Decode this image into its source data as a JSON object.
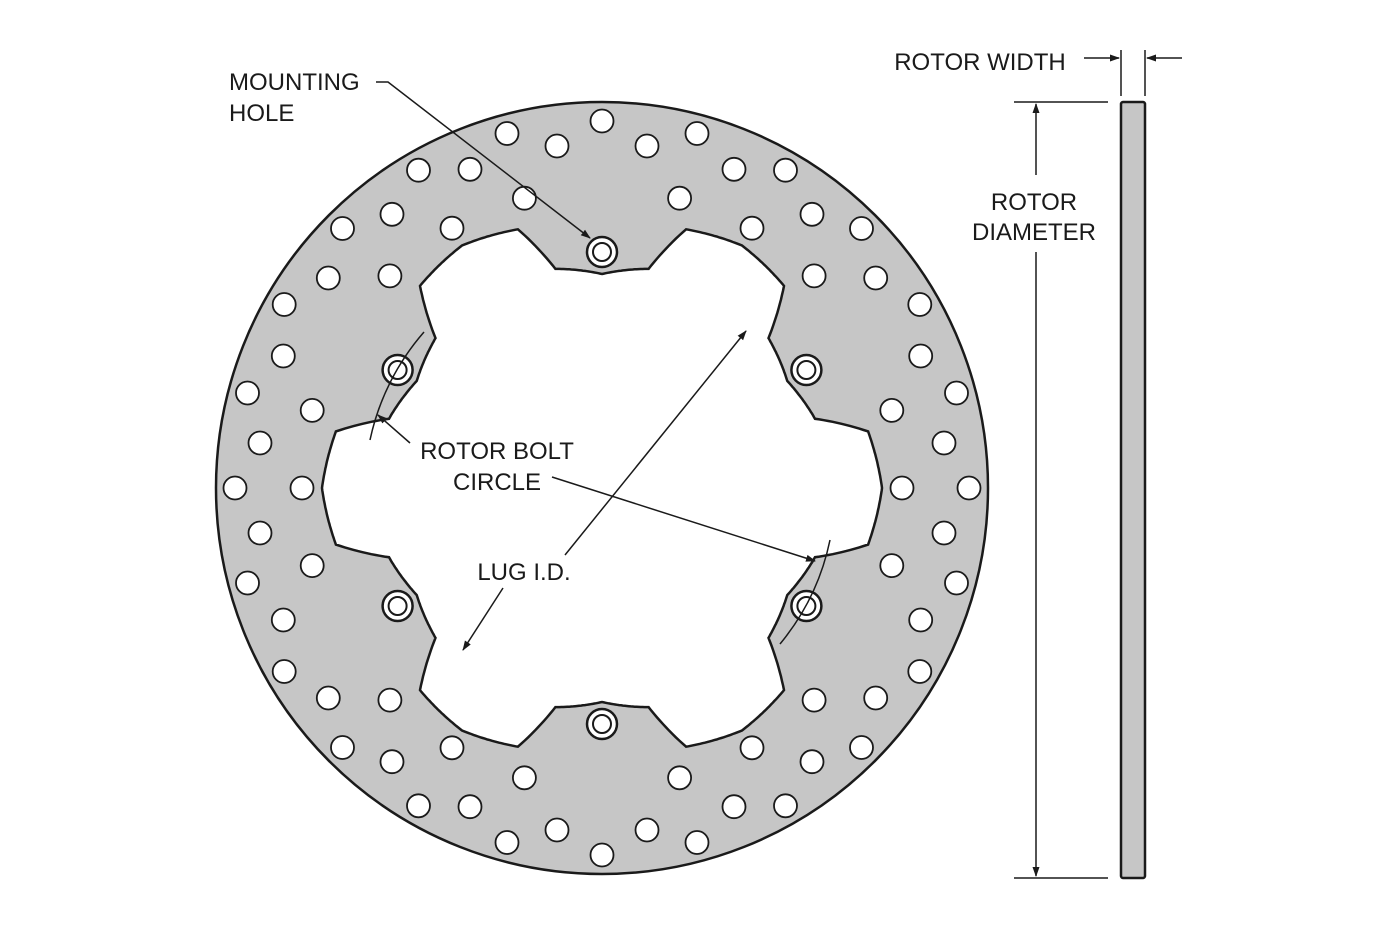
{
  "labels": {
    "mounting_hole_line1": "MOUNTING",
    "mounting_hole_line2": "HOLE",
    "rotor_bolt_circle_line1": "ROTOR BOLT",
    "rotor_bolt_circle_line2": "CIRCLE",
    "lug_id": "LUG I.D.",
    "rotor_width": "ROTOR WIDTH",
    "rotor_diameter_line1": "ROTOR",
    "rotor_diameter_line2": "DIAMETER"
  },
  "colors": {
    "rotor_fill": "#c6c6c6",
    "line": "#1a1a1a",
    "background": "#ffffff"
  },
  "rotor": {
    "mounting_hole_count": 6,
    "bolt_lobe_count": 6
  }
}
